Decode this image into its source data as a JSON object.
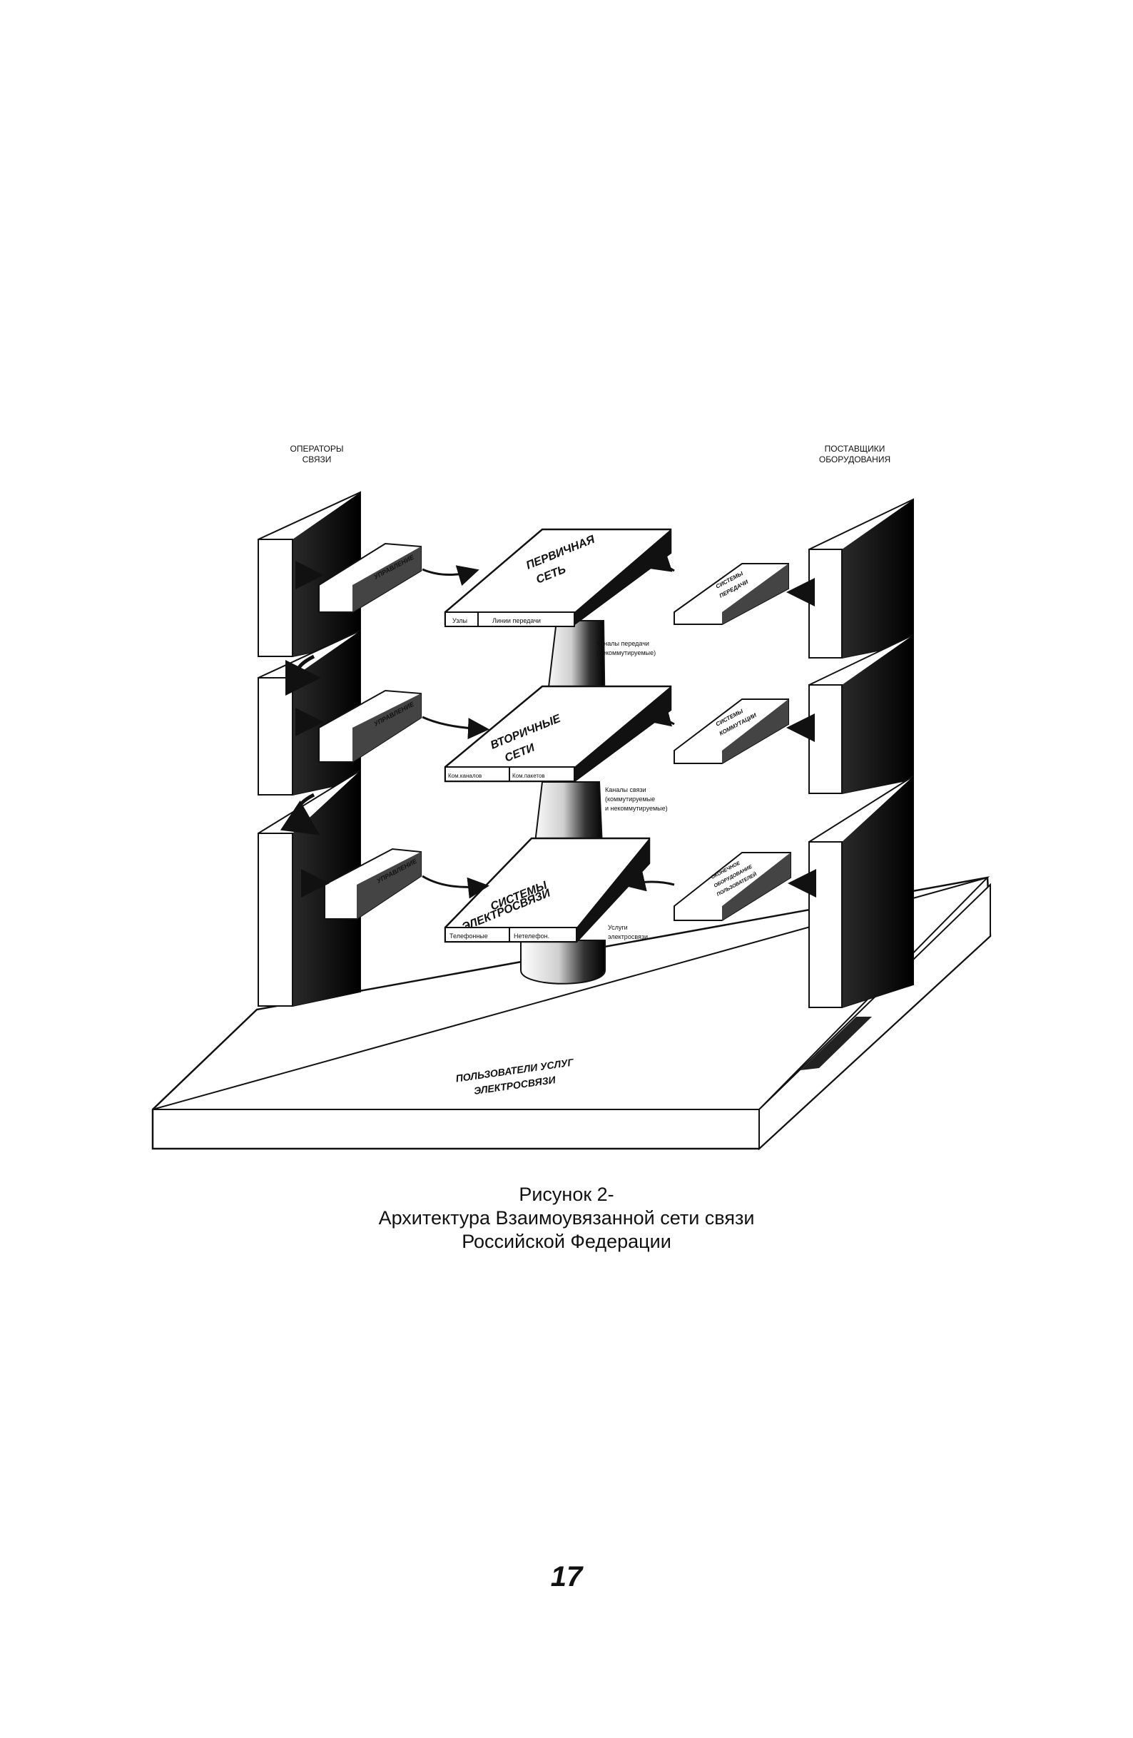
{
  "diagram": {
    "operators_line1": "ОПЕРАТОРЫ",
    "operators_line2": "СВЯЗИ",
    "suppliers_line1": "ПОСТАВЩИКИ",
    "suppliers_line2": "ОБОРУДОВАНИЯ",
    "layers": [
      {
        "title_line1": "ПЕРВИЧНАЯ",
        "title_line2": "СЕТЬ",
        "left_box": "УПРАВЛЕНИЕ",
        "right_box_line1": "СИСТЕМЫ",
        "right_box_line2": "ПЕРЕДАЧИ",
        "tab1": "Узлы",
        "tab2": "Линии передачи",
        "side_note_lines": [
          "Каналы передачи",
          "(некоммутируемые)"
        ]
      },
      {
        "title_line1": "ВТОРИЧНЫЕ",
        "title_line2": "СЕТИ",
        "left_box": "УПРАВЛЕНИЕ",
        "right_box_line1": "СИСТЕМЫ",
        "right_box_line2": "КОММУТАЦИИ",
        "tab1": "Ком.каналов",
        "tab2": "Ком.пакетов",
        "side_note_lines": [
          "Каналы связи",
          "(коммутируемые",
          "и некоммутируемые)"
        ]
      },
      {
        "title_line1": "СИСТЕМЫ",
        "title_line2": "ЭЛЕКТРОСВЯЗИ",
        "left_box": "УПРАВЛЕНИЕ",
        "right_box_line1": "ОКОНЕЧНОЕ",
        "right_box_line2": "ОБОРУДОВАНИЕ",
        "right_box_line3": "ПОЛЬЗОВАТЕЛЕЙ",
        "tab1": "Телефонные",
        "tab2": "Нетелефон.",
        "side_note_lines": [
          "Услуги",
          "электросвязи"
        ]
      }
    ],
    "base_line1": "ПОЛЬЗОВАТЕЛИ УСЛУГ",
    "base_line2": "ЭЛЕКТРОСВЯЗИ"
  },
  "caption": {
    "line1": "Рисунок 2-",
    "line2": "Архитектура Взаимоувязанной сети связи",
    "line3": "Российской Федерации"
  },
  "page_number": "17"
}
